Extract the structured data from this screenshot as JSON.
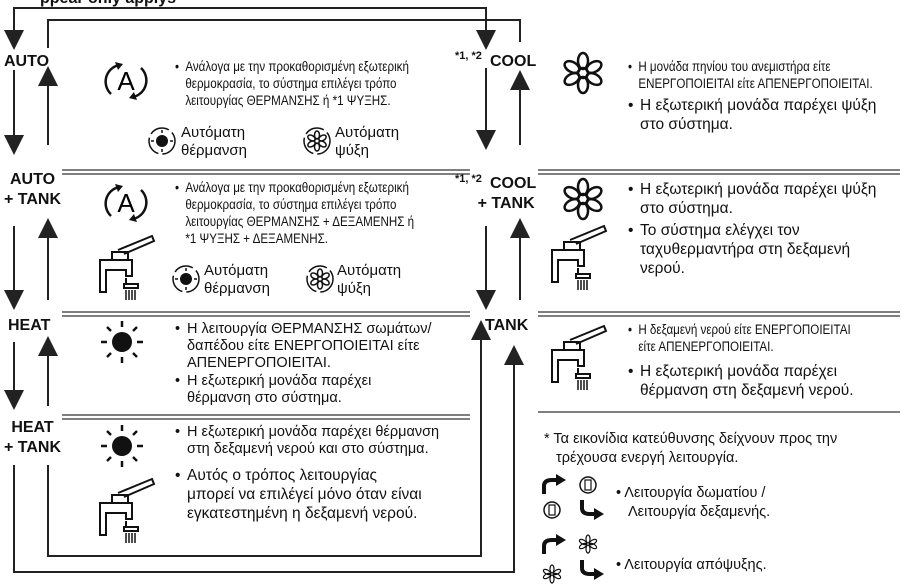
{
  "header": {
    "title": "ppear only applys"
  },
  "modes": {
    "auto": "AUTO",
    "auto_tank_1": "AUTO",
    "auto_tank_2": "+ TANK",
    "heat": "HEAT",
    "heat_tank_1": "HEAT",
    "heat_tank_2": "+ TANK",
    "cool": "COOL",
    "cool_tank_1": "COOL",
    "cool_tank_2": "+ TANK",
    "tank": "TANK",
    "cool_note": "*1, *2",
    "cool_tank_note": "*1, *2"
  },
  "auto": {
    "line1": "Ανάλογα με την προκαθορισμένη εξωτερική",
    "line2": "θερμοκρασία, το σύστημα επιλέγει τρόπο",
    "line3": "λειτουργίας ΘΕΡΜΑΝΣΗΣ ή *1 ΨΥΞΗΣ.",
    "sub_heat_1": "Αυτόματη",
    "sub_heat_2": "θέρμανση",
    "sub_cool_1": "Αυτόματη",
    "sub_cool_2": "ψύξη"
  },
  "auto_tank": {
    "line1": "Ανάλογα με την προκαθορισμένη εξωτερική",
    "line2": "θερμοκρασία, το σύστημα επιλέγει τρόπο",
    "line3": "λειτουργίας ΘΕΡΜΑΝΣΗΣ + ΔΕΞΑΜΕΝΗΣ ή",
    "line4": "*1 ΨΥΞΗΣ + ΔΕΞΑΜΕΝΗΣ.",
    "sub_heat_1": "Αυτόματη",
    "sub_heat_2": "θέρμανση",
    "sub_cool_1": "Αυτόματη",
    "sub_cool_2": "ψύξη"
  },
  "heat": {
    "b1_l1": "Η λειτουργία ΘΕΡΜΑΝΣΗΣ σωμάτων/",
    "b1_l2": "δαπέδου είτε ΕΝΕΡΓΟΠΟΙΕΙΤΑΙ είτε",
    "b1_l3": "ΑΠΕΝΕΡΓΟΠΟΙΕΙΤΑΙ.",
    "b2_l1": "Η εξωτερική μονάδα παρέχει",
    "b2_l2": "θέρμανση στο σύστημα."
  },
  "heat_tank": {
    "b1_l1": "Η εξωτερική μονάδα παρέχει θέρμανση",
    "b1_l2": "στη δεξαμενή νερού και στο σύστημα.",
    "b2_l1": "Αυτός ο τρόπος λειτουργίας",
    "b2_l2": "μπορεί να επιλέγεί μόνο όταν είναι",
    "b2_l3": "εγκατεστημένη η δεξαμενή νερού."
  },
  "cool": {
    "b1_l1": "Η μονάδα πηνίου του ανεμιστήρα είτε",
    "b1_l2": "ΕΝΕΡΓΟΠΟΙΕΙΤΑΙ είτε ΑΠΕΝΕΡΓΟΠΟΙΕΙΤΑΙ.",
    "b2_l1": "Η εξωτερική μονάδα παρέχει ψύξη",
    "b2_l2": "στο σύστημα."
  },
  "cool_tank": {
    "b1_l1": "Η εξωτερική μονάδα παρέχει ψύξη",
    "b1_l2": "στο σύστημα.",
    "b2_l1": "Το σύστημα ελέγχει τον",
    "b2_l2": "ταχυθερμαντήρα στη δεξαμενή",
    "b2_l3": "νερού."
  },
  "tank": {
    "b1_l1": "Η δεξαμενή νερού είτε ΕΝΕΡΓΟΠΟΙΕΙΤΑΙ",
    "b1_l2": "είτε ΑΠΕΝΕΡΓΟΠΟΙΕΙΤΑΙ.",
    "b2_l1": "Η εξωτερική μονάδα παρέχει",
    "b2_l2": "θέρμανση στη δεξαμενή νερού."
  },
  "footnote": {
    "line1": "* Τα εικονίδια κατεύθυνσης δείχνουν προς την",
    "line2": "τρέχουσα ενεργή λειτουργία.",
    "room_l1": "• Λειτουργία δωματίου /",
    "room_l2": "Λειτουργία δεξαμενής.",
    "defrost": "• Λειτουργία απόψυξης."
  }
}
